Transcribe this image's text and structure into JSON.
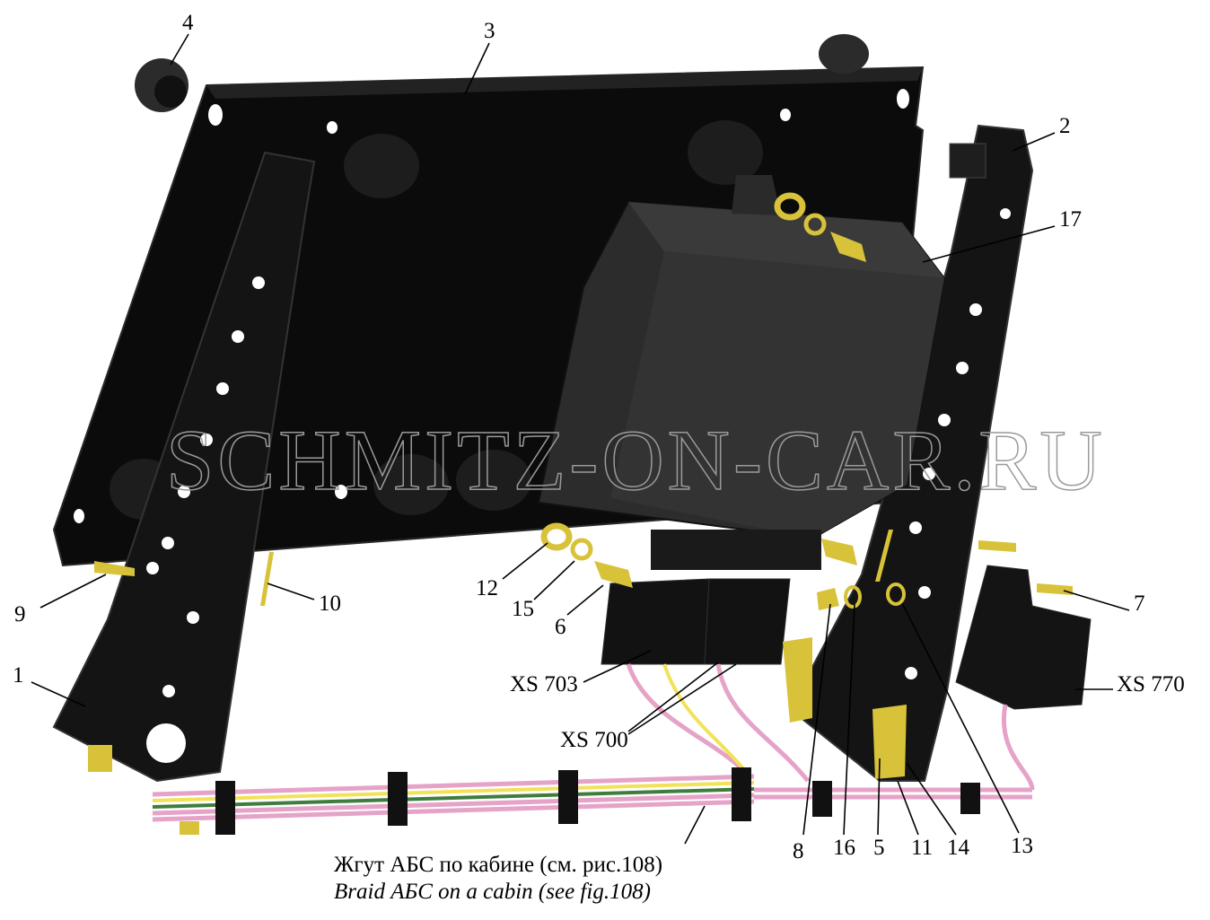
{
  "callouts": {
    "c1": "1",
    "c2": "2",
    "c3": "3",
    "c4": "4",
    "c5": "5",
    "c6": "6",
    "c7": "7",
    "c8": "8",
    "c9": "9",
    "c10": "10",
    "c11": "11",
    "c12": "12",
    "c13": "13",
    "c14": "14",
    "c15": "15",
    "c16": "16",
    "c17": "17"
  },
  "connectors": {
    "xs703": "XS 703",
    "xs700": "XS 700",
    "xs770": "XS 770"
  },
  "caption": {
    "ru": "Жгут АБС по кабине (см. рис.108)",
    "en": "Braid АБС on a cabin (see fig.108)"
  },
  "watermark": "SCHMITZ-ON-CAR.RU",
  "colors": {
    "part": "#0b0b0b",
    "hardware": "#d8c23a",
    "wire_pink": "#e6a3c8",
    "wire_yellow": "#f1e25a",
    "wire_green": "#3f7d3f"
  }
}
